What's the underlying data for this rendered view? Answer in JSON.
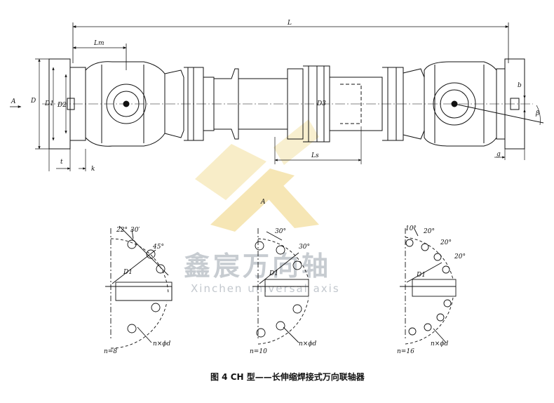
{
  "figure": {
    "caption": "图 4   CH 型——长伸缩焊接式万向联轴器"
  },
  "watermark": {
    "brand_cn": "鑫宸万向轴",
    "brand_en": "Xinchen universal axis",
    "logo_icon": "xk-logo-icon",
    "logo_color": "#f2d98a"
  },
  "main_view": {
    "labels": {
      "L": "L",
      "Lm": "Lm",
      "D": "D",
      "D1": "D1",
      "D2": "D2",
      "D3": "D3",
      "Ls": "Ls",
      "A_arrow": "A",
      "A_view": "A",
      "t": "t",
      "k": "k",
      "b": "b",
      "g": "g",
      "beta": "β"
    }
  },
  "hole_patterns": [
    {
      "n_label": "n=8",
      "angles": [
        "22°",
        "30′",
        "45°"
      ],
      "D1": "D1",
      "holes": "n×ϕd"
    },
    {
      "n_label": "n=10",
      "angles": [
        "30°",
        "30°"
      ],
      "D1": "D1",
      "holes": "n×ϕd"
    },
    {
      "n_label": "n=16",
      "angles": [
        "10°",
        "20°",
        "20°",
        "20°"
      ],
      "D1": "D1",
      "holes": "n×ϕd"
    }
  ]
}
